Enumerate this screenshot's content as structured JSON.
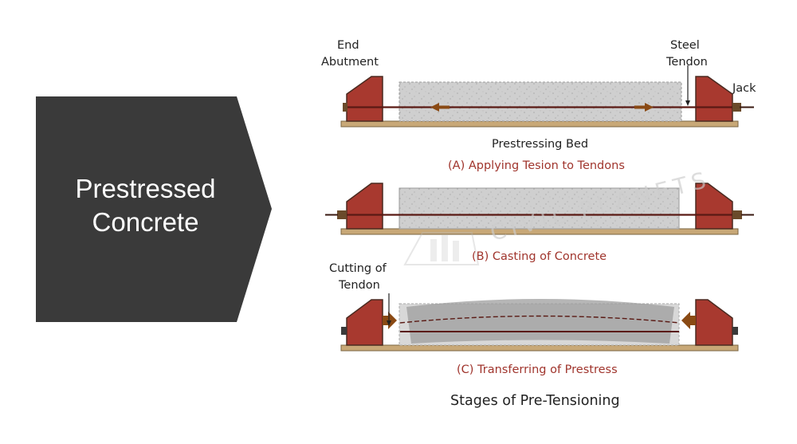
{
  "slide": {
    "title_line1": "Prestressed",
    "title_line2": "Concrete"
  },
  "diagram": {
    "labels": {
      "end_abutment_line1": "End",
      "end_abutment_line2": "Abutment",
      "steel_tendon_line1": "Steel",
      "steel_tendon_line2": "Tendon",
      "jack": "Jack",
      "prestressing_bed": "Prestressing Bed",
      "cutting_line1": "Cutting of",
      "cutting_line2": "Tendon"
    },
    "captions": {
      "a": "(A) Applying Tesion to Tendons",
      "b": "(B) Casting of Concrete",
      "c": "(C) Transferring of Prestress"
    },
    "main_caption": "Stages of Pre-Tensioning",
    "watermark": "CIVIL PLANETS",
    "colors": {
      "chevron": "#3a3a3a",
      "abutment": "#a8392f",
      "bed": "#c8a877",
      "tendon": "#5a1a14",
      "concrete": "#cdcdcd",
      "caption": "#a0352d"
    }
  }
}
